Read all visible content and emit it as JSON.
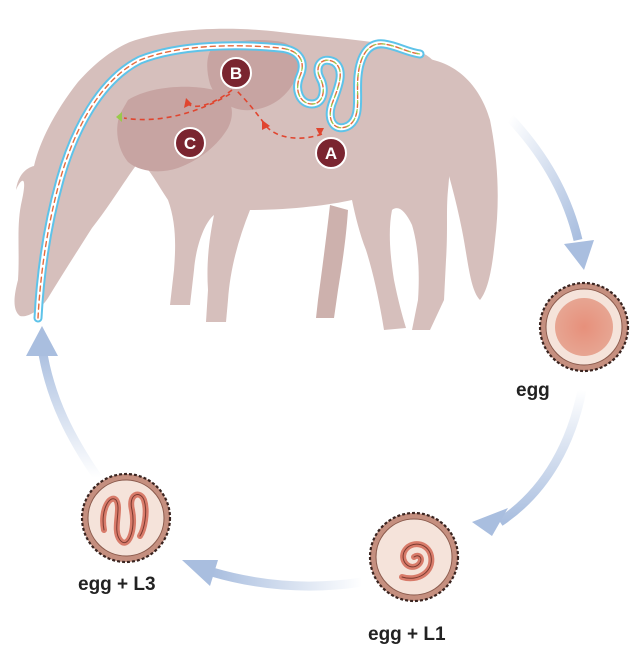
{
  "markers": {
    "a": "A",
    "b": "B",
    "c": "C"
  },
  "stages": {
    "egg": "egg",
    "egg_l1": "egg + L1",
    "egg_l3": "egg + L3"
  },
  "colors": {
    "horse": "#d6bfbc",
    "organ": "#c7a4a2",
    "marker": "#7a2530",
    "cycle_arrow": "#a9bedf",
    "egg_shell": "#c58f7f",
    "egg_inner": "#e39680",
    "larva": "#d87b6a",
    "gut_outer": "#5ec3e9",
    "migration_path": "#e0452f"
  }
}
